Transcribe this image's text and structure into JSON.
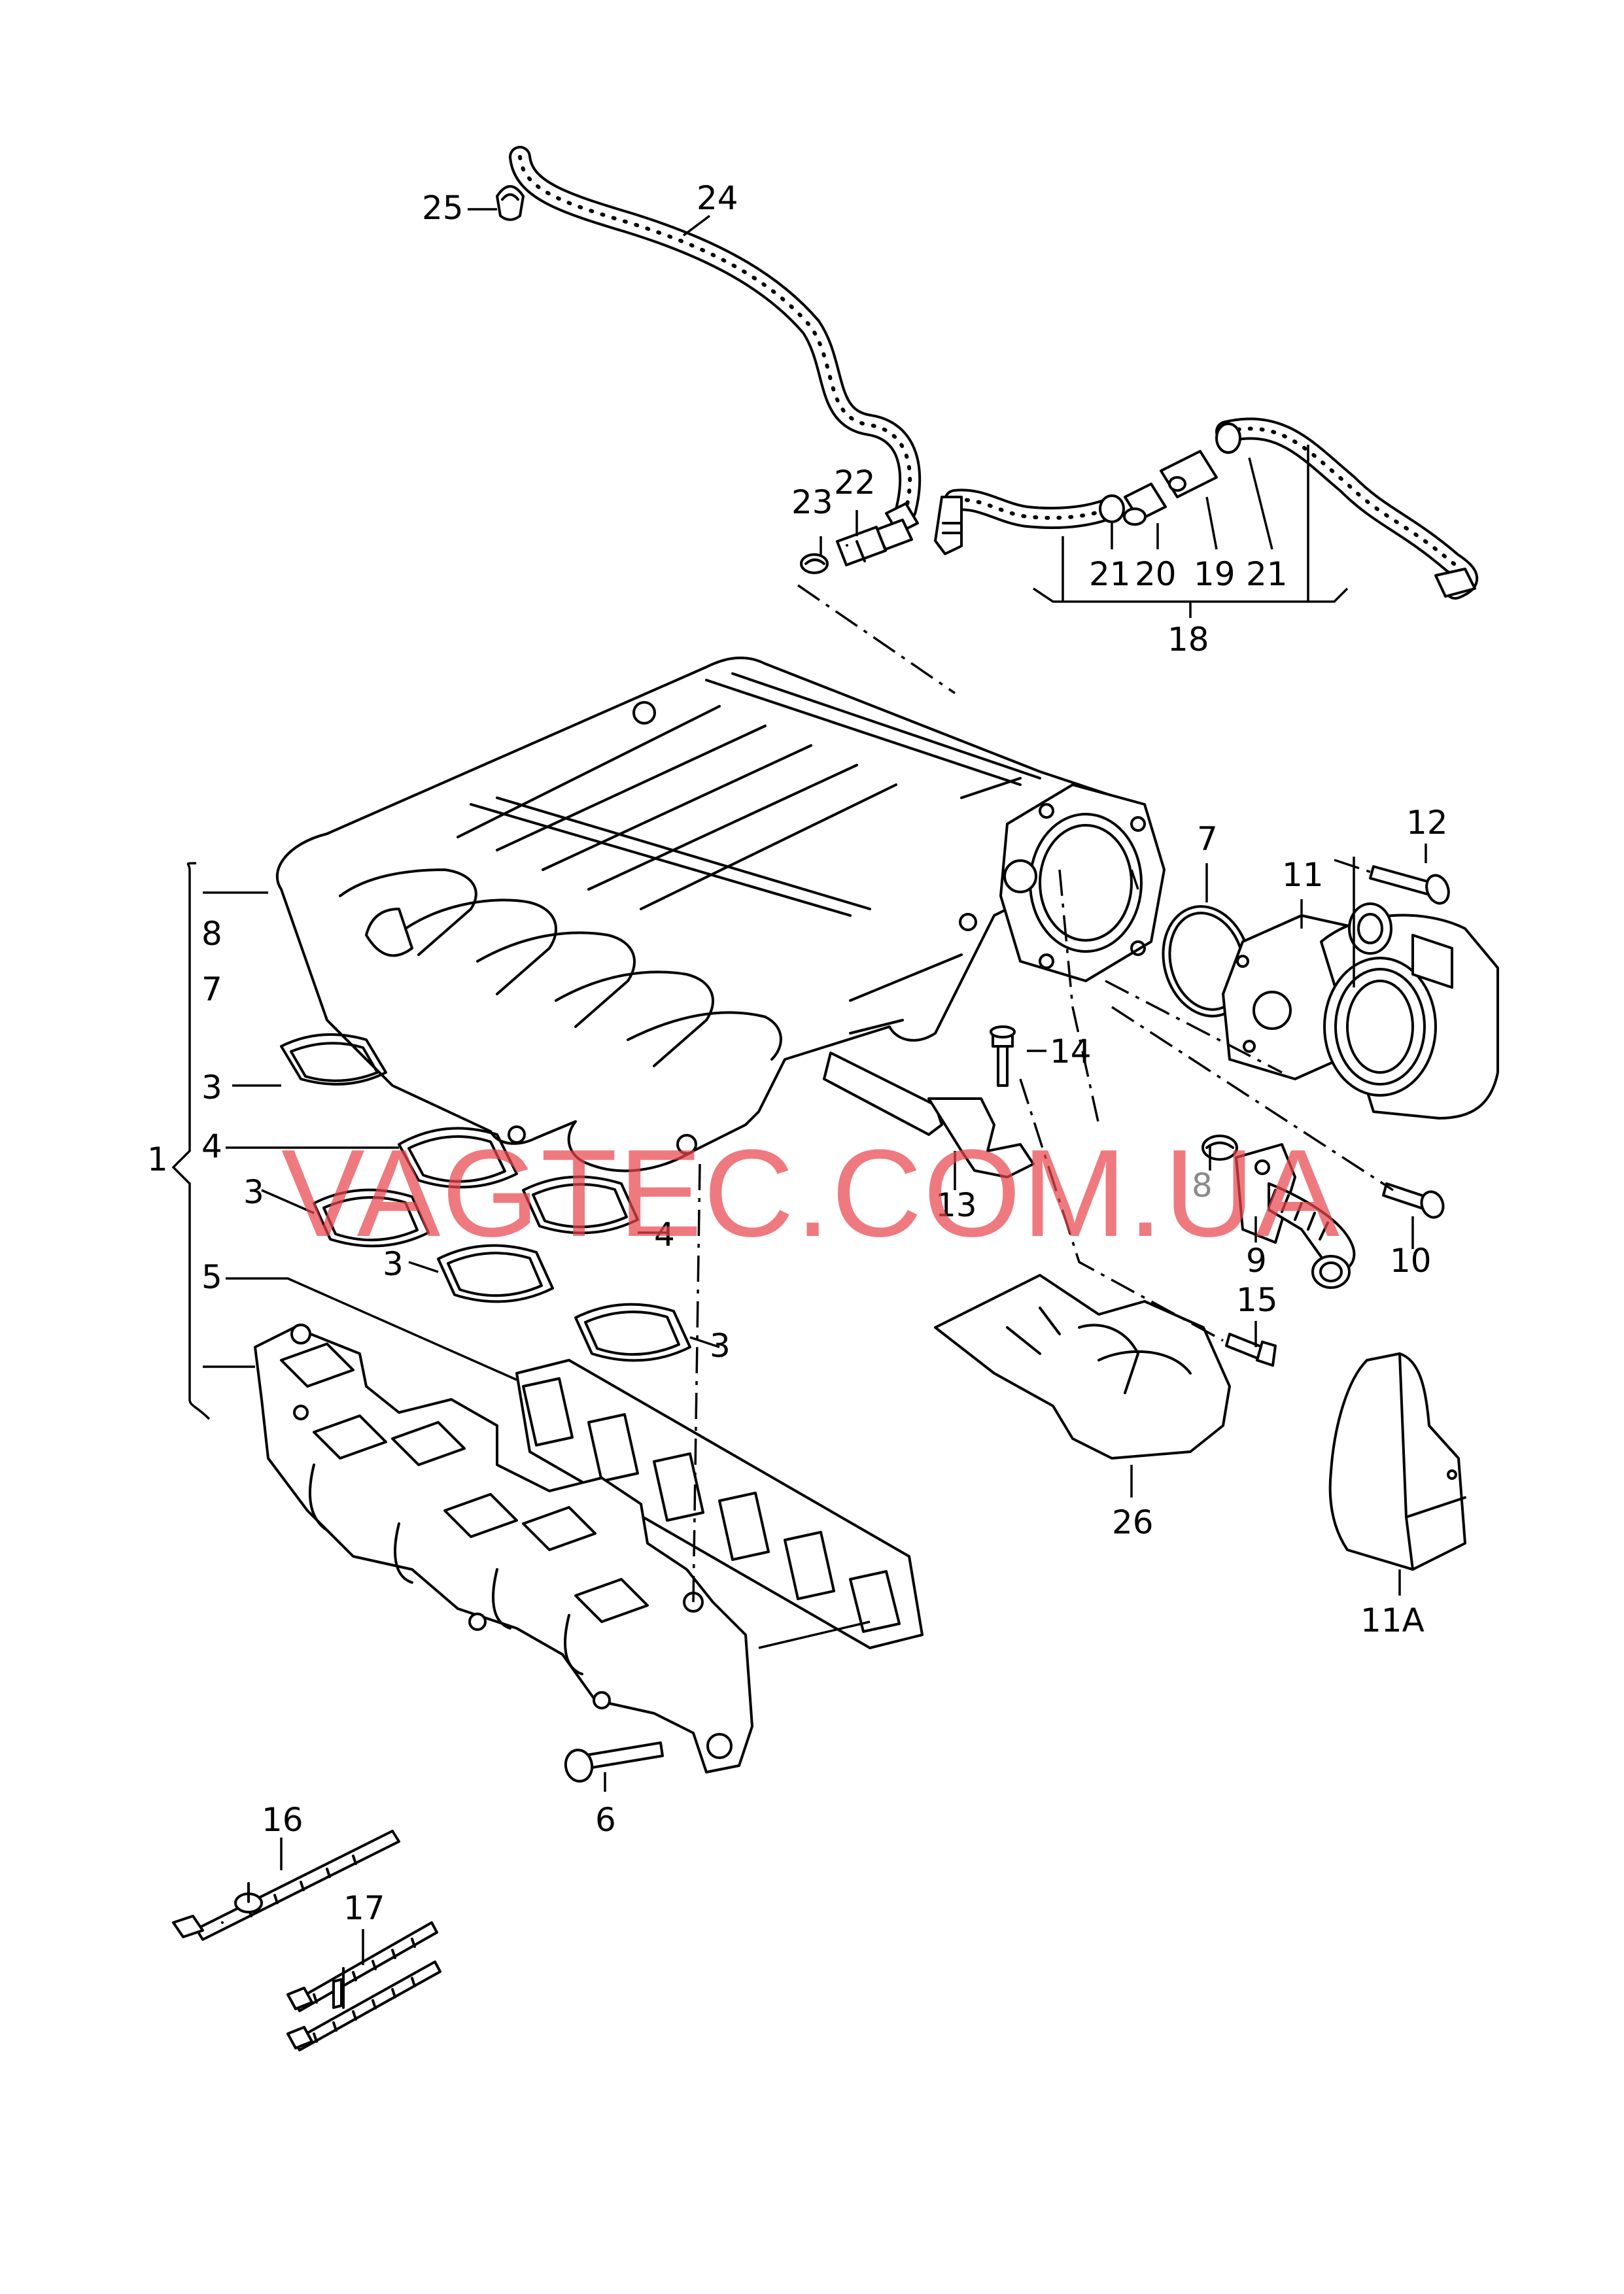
{
  "callouts": {
    "c1": "1",
    "c3a": "3",
    "c3b": "3",
    "c3c": "3",
    "c3d": "3",
    "c4a": "4",
    "c4b": "4",
    "c5": "5",
    "c6": "6",
    "c7a": "7",
    "c7b": "7",
    "c8a": "8",
    "c8b": "8",
    "c9": "9",
    "c10": "10",
    "c11": "11",
    "c11a": "11A",
    "c12": "12",
    "c13": "13",
    "c14": "14",
    "c15": "15",
    "c16": "16",
    "c17": "17",
    "c18": "18",
    "c19": "19",
    "c20": "20",
    "c21a": "21",
    "c21b": "21",
    "c22": "22",
    "c23": "23",
    "c24": "24",
    "c25": "25",
    "c26": "26"
  },
  "watermark": "VAGTEC.COM.UA",
  "colors": {
    "line": "#000000",
    "watermark": "#e8474e",
    "background": "#ffffff"
  }
}
